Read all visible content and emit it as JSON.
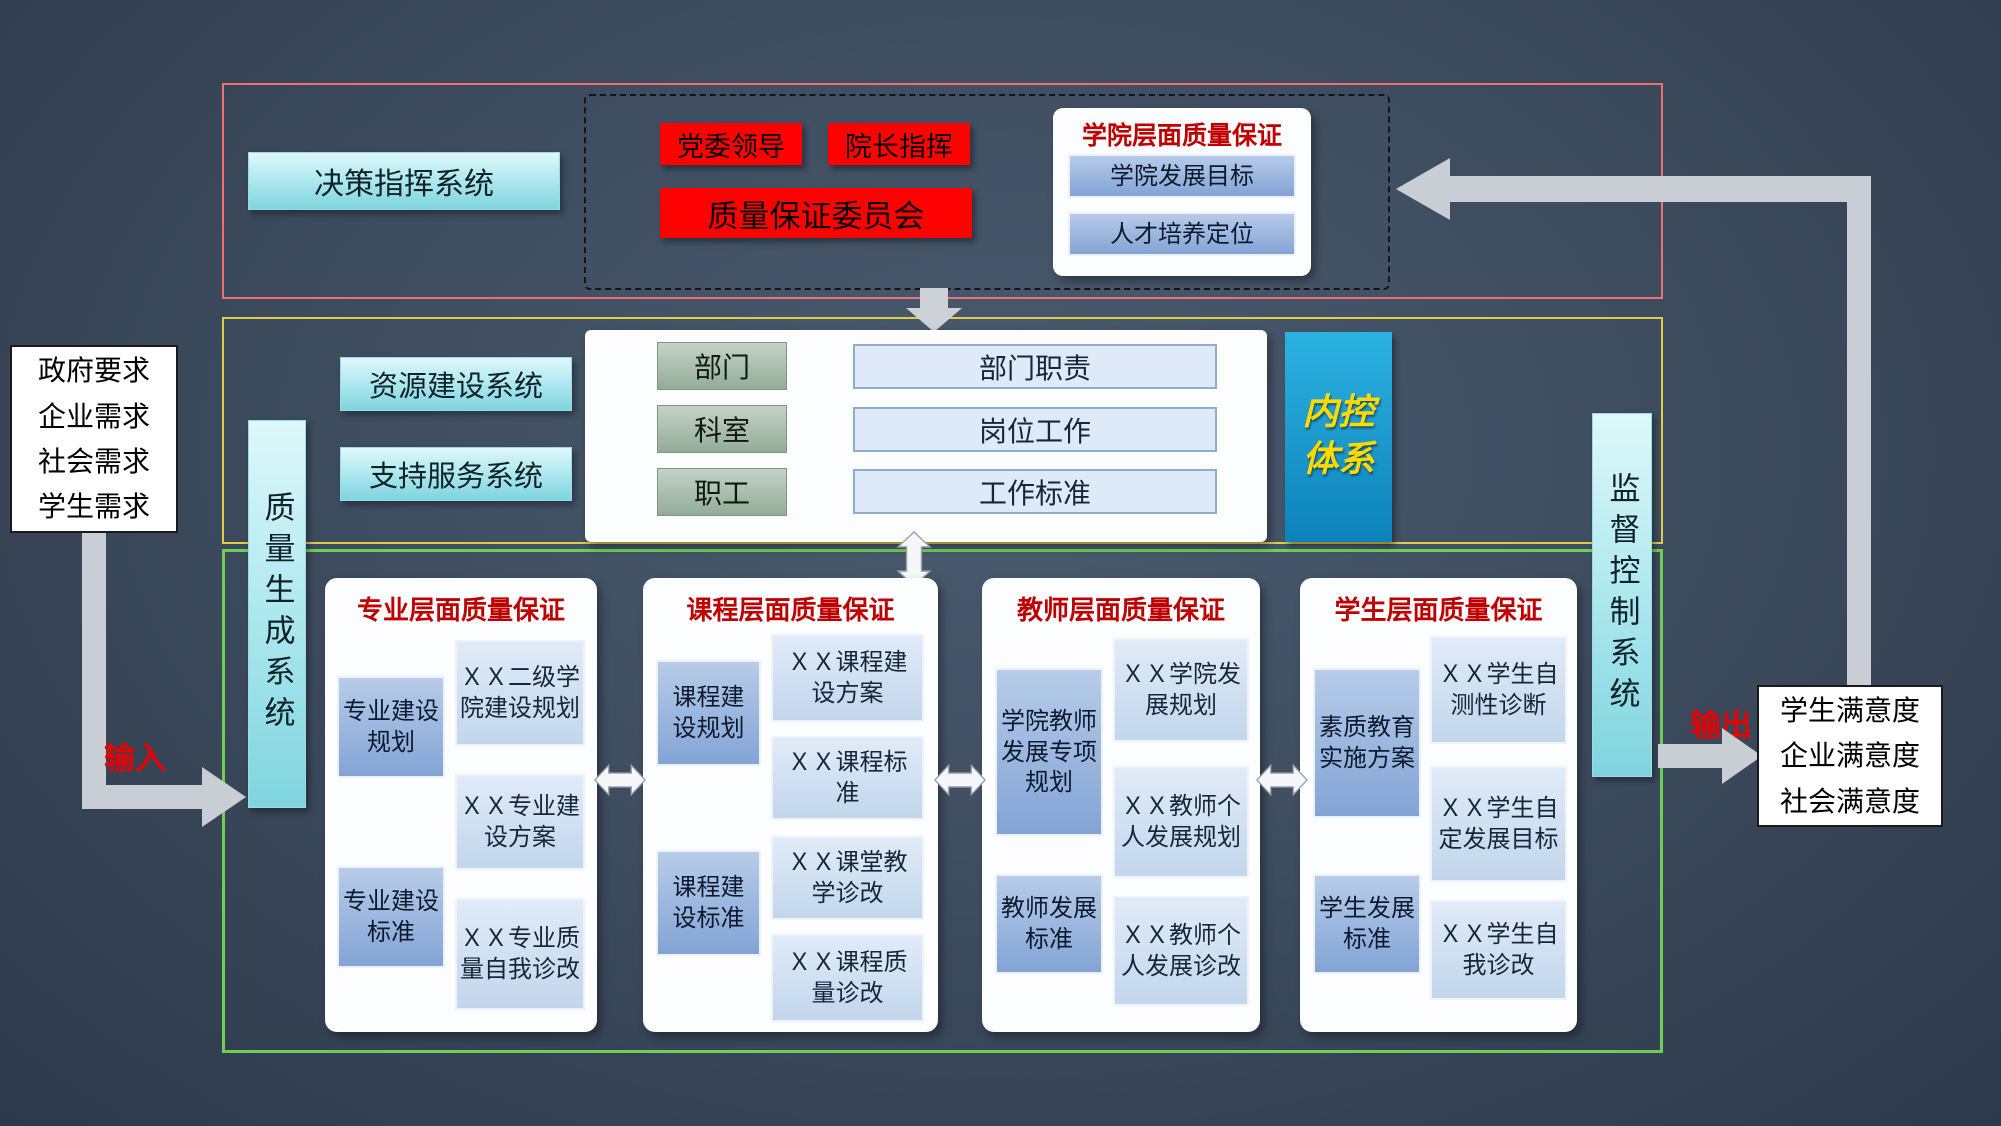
{
  "sections": {
    "decision": {
      "decision_system": "决策指挥系统",
      "party_leadership": "党委领导",
      "president_command": "院长指挥",
      "qa_committee": "质量保证委员会",
      "college_qa": {
        "title": "学院层面质量保证",
        "items": [
          "学院发展目标",
          "人才培养定位"
        ]
      }
    },
    "operation": {
      "resource_system": "资源建设系统",
      "support_system": "支持服务系统",
      "org_levels": [
        "部门",
        "科室",
        "职工"
      ],
      "org_duties": [
        "部门职责",
        "岗位工作",
        "工作标准"
      ],
      "internal_control": [
        "内控",
        "体系"
      ]
    },
    "generation": {
      "quality_generation_system": "质量生成系统",
      "supervision_control_system": "监督控制系统",
      "panels": [
        {
          "title": "专业层面质量保证",
          "plans": [
            "专业建设规划",
            "专业建设标准"
          ],
          "docs": [
            "ＸＸ二级学院建设规划",
            "ＸＸ专业建设方案",
            "ＸＸ专业质量自我诊改"
          ]
        },
        {
          "title": "课程层面质量保证",
          "plans": [
            "课程建设规划",
            "课程建设标准"
          ],
          "docs": [
            "ＸＸ课程建设方案",
            "ＸＸ课程标准",
            "ＸＸ课堂教学诊改",
            "ＸＸ课程质量诊改"
          ]
        },
        {
          "title": "教师层面质量保证",
          "plans": [
            "学院教师发展专项规划",
            "教师发展标准"
          ],
          "docs": [
            "ＸＸ学院发展规划",
            "ＸＸ教师个人发展规划",
            "ＸＸ教师个人发展诊改"
          ]
        },
        {
          "title": "学生层面质量保证",
          "plans": [
            "素质教育实施方案",
            "学生发展标准"
          ],
          "docs": [
            "ＸＸ学生自测性诊断",
            "ＸＸ学生自定发展目标",
            "ＸＸ学生自我诊改"
          ]
        }
      ]
    }
  },
  "input": {
    "label": "输入",
    "requirements": [
      "政府要求",
      "企业需求",
      "社会需求",
      "学生需求"
    ]
  },
  "output": {
    "label": "输出",
    "satisfactions": [
      "学生满意度",
      "企业满意度",
      "社会满意度"
    ]
  },
  "colors": {
    "background": "#3d4b5e",
    "frame_red": "#f07070",
    "frame_yellow": "#e0cb4a",
    "frame_green": "#6ecf54",
    "box_red": "#fe0100",
    "box_cyan": "#a8e4ec",
    "box_blue": "#82a4d5",
    "box_light_blue": "#c2d6ec",
    "internal_control_bg": "#189fd4",
    "internal_control_text": "#ffd900",
    "panel_title_red": "#c00000",
    "arrow_gray": "#c9ced4"
  }
}
